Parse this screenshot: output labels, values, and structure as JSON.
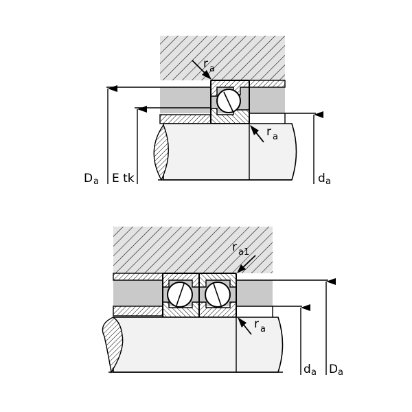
{
  "top_view": {
    "labels": {
      "ra_top": {
        "main": "r",
        "sub": "a"
      },
      "ra_right": {
        "main": "r",
        "sub": "a"
      },
      "Da": {
        "main": "D",
        "sub": "a"
      },
      "Etk": "E tk",
      "da": {
        "main": "d",
        "sub": "a"
      }
    }
  },
  "bottom_view": {
    "labels": {
      "ra1": {
        "main": "r",
        "sub": "a1"
      },
      "ra": {
        "main": "r",
        "sub": "a"
      },
      "da": {
        "main": "d",
        "sub": "a"
      },
      "Da": {
        "main": "D",
        "sub": "a"
      }
    }
  },
  "colors": {
    "housing_fill": "#e3e3e3",
    "gray_band": "#c9c9c9",
    "shaft_fill": "#f2f2f2",
    "line": "#000000"
  }
}
